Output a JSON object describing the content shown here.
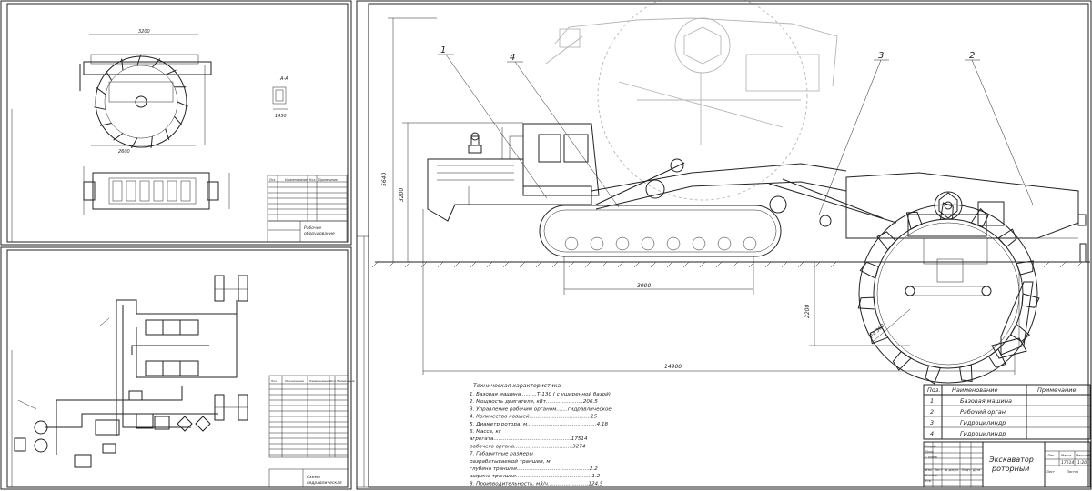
{
  "main_drawing": {
    "leaders": [
      "1",
      "4",
      "3",
      "2"
    ],
    "dims": {
      "height_total": "5640",
      "height_cab": "3200",
      "length_track": "3900",
      "length_total": "14900",
      "rotor_radius": "R4 360",
      "rotor_height": "2200"
    }
  },
  "tech_spec": {
    "title": "Техническая характеристика",
    "lines": [
      "1. Базовая машина..........Т-130 ( с уширенной базой)",
      "2. Мощность двигателя, кВт.......................206.5",
      "3. Управление рабочим органом.......гидравлическое",
      "4. Количество ковшей......................................15",
      "5. Диаметр ротора, м...........................................4.18",
      "6. Масса, кг",
      "агрегата................................................17514",
      "рабочего органа....................................3274",
      "7. Габаритные размеры",
      "разрабатываемой траншеи, м",
      "глубина траншеи.............................................2.2",
      "ширина траншеи...............................................1.2",
      "8. Производительность, м3/ч.........................124.5"
    ]
  },
  "parts_table": {
    "headers": [
      "Поз.",
      "Наименование",
      "Примечание"
    ],
    "rows": [
      {
        "pos": "1",
        "name": "Базовая машина"
      },
      {
        "pos": "2",
        "name": "Рабочий орган"
      },
      {
        "pos": "3",
        "name": "Гидроцилиндр"
      },
      {
        "pos": "4",
        "name": "Гидроцилиндр"
      }
    ]
  },
  "title_block": {
    "title_line1": "Экскаватор",
    "title_line2": "роторный",
    "mass": "17514",
    "scale": "1:20",
    "col_labels": [
      "Лит.",
      "Масса",
      "Масштаб"
    ],
    "sheet_labels": [
      "Лист",
      "Листов"
    ],
    "sign_labels": [
      "Изм.",
      "Лист",
      "№ докум.",
      "Подп.",
      "Дата"
    ],
    "role_labels": [
      "Разраб.",
      "Пров.",
      "Т.контр.",
      "Н.контр.",
      "Утв."
    ]
  },
  "sheet1": {
    "section_label": "А-А",
    "dims": [
      "3200",
      "1450",
      "2600"
    ],
    "title_line1": "Рабочее",
    "title_line2": "оборудование",
    "table_headers": [
      "Поз.",
      "Наименование",
      "Кол.",
      "Примечание"
    ]
  },
  "sheet2": {
    "title_line1": "Схема",
    "title_line2": "гидравлическая",
    "table_headers": [
      "Поз.",
      "Обозначение",
      "Наименование",
      "Кол.",
      "Примечание"
    ]
  }
}
